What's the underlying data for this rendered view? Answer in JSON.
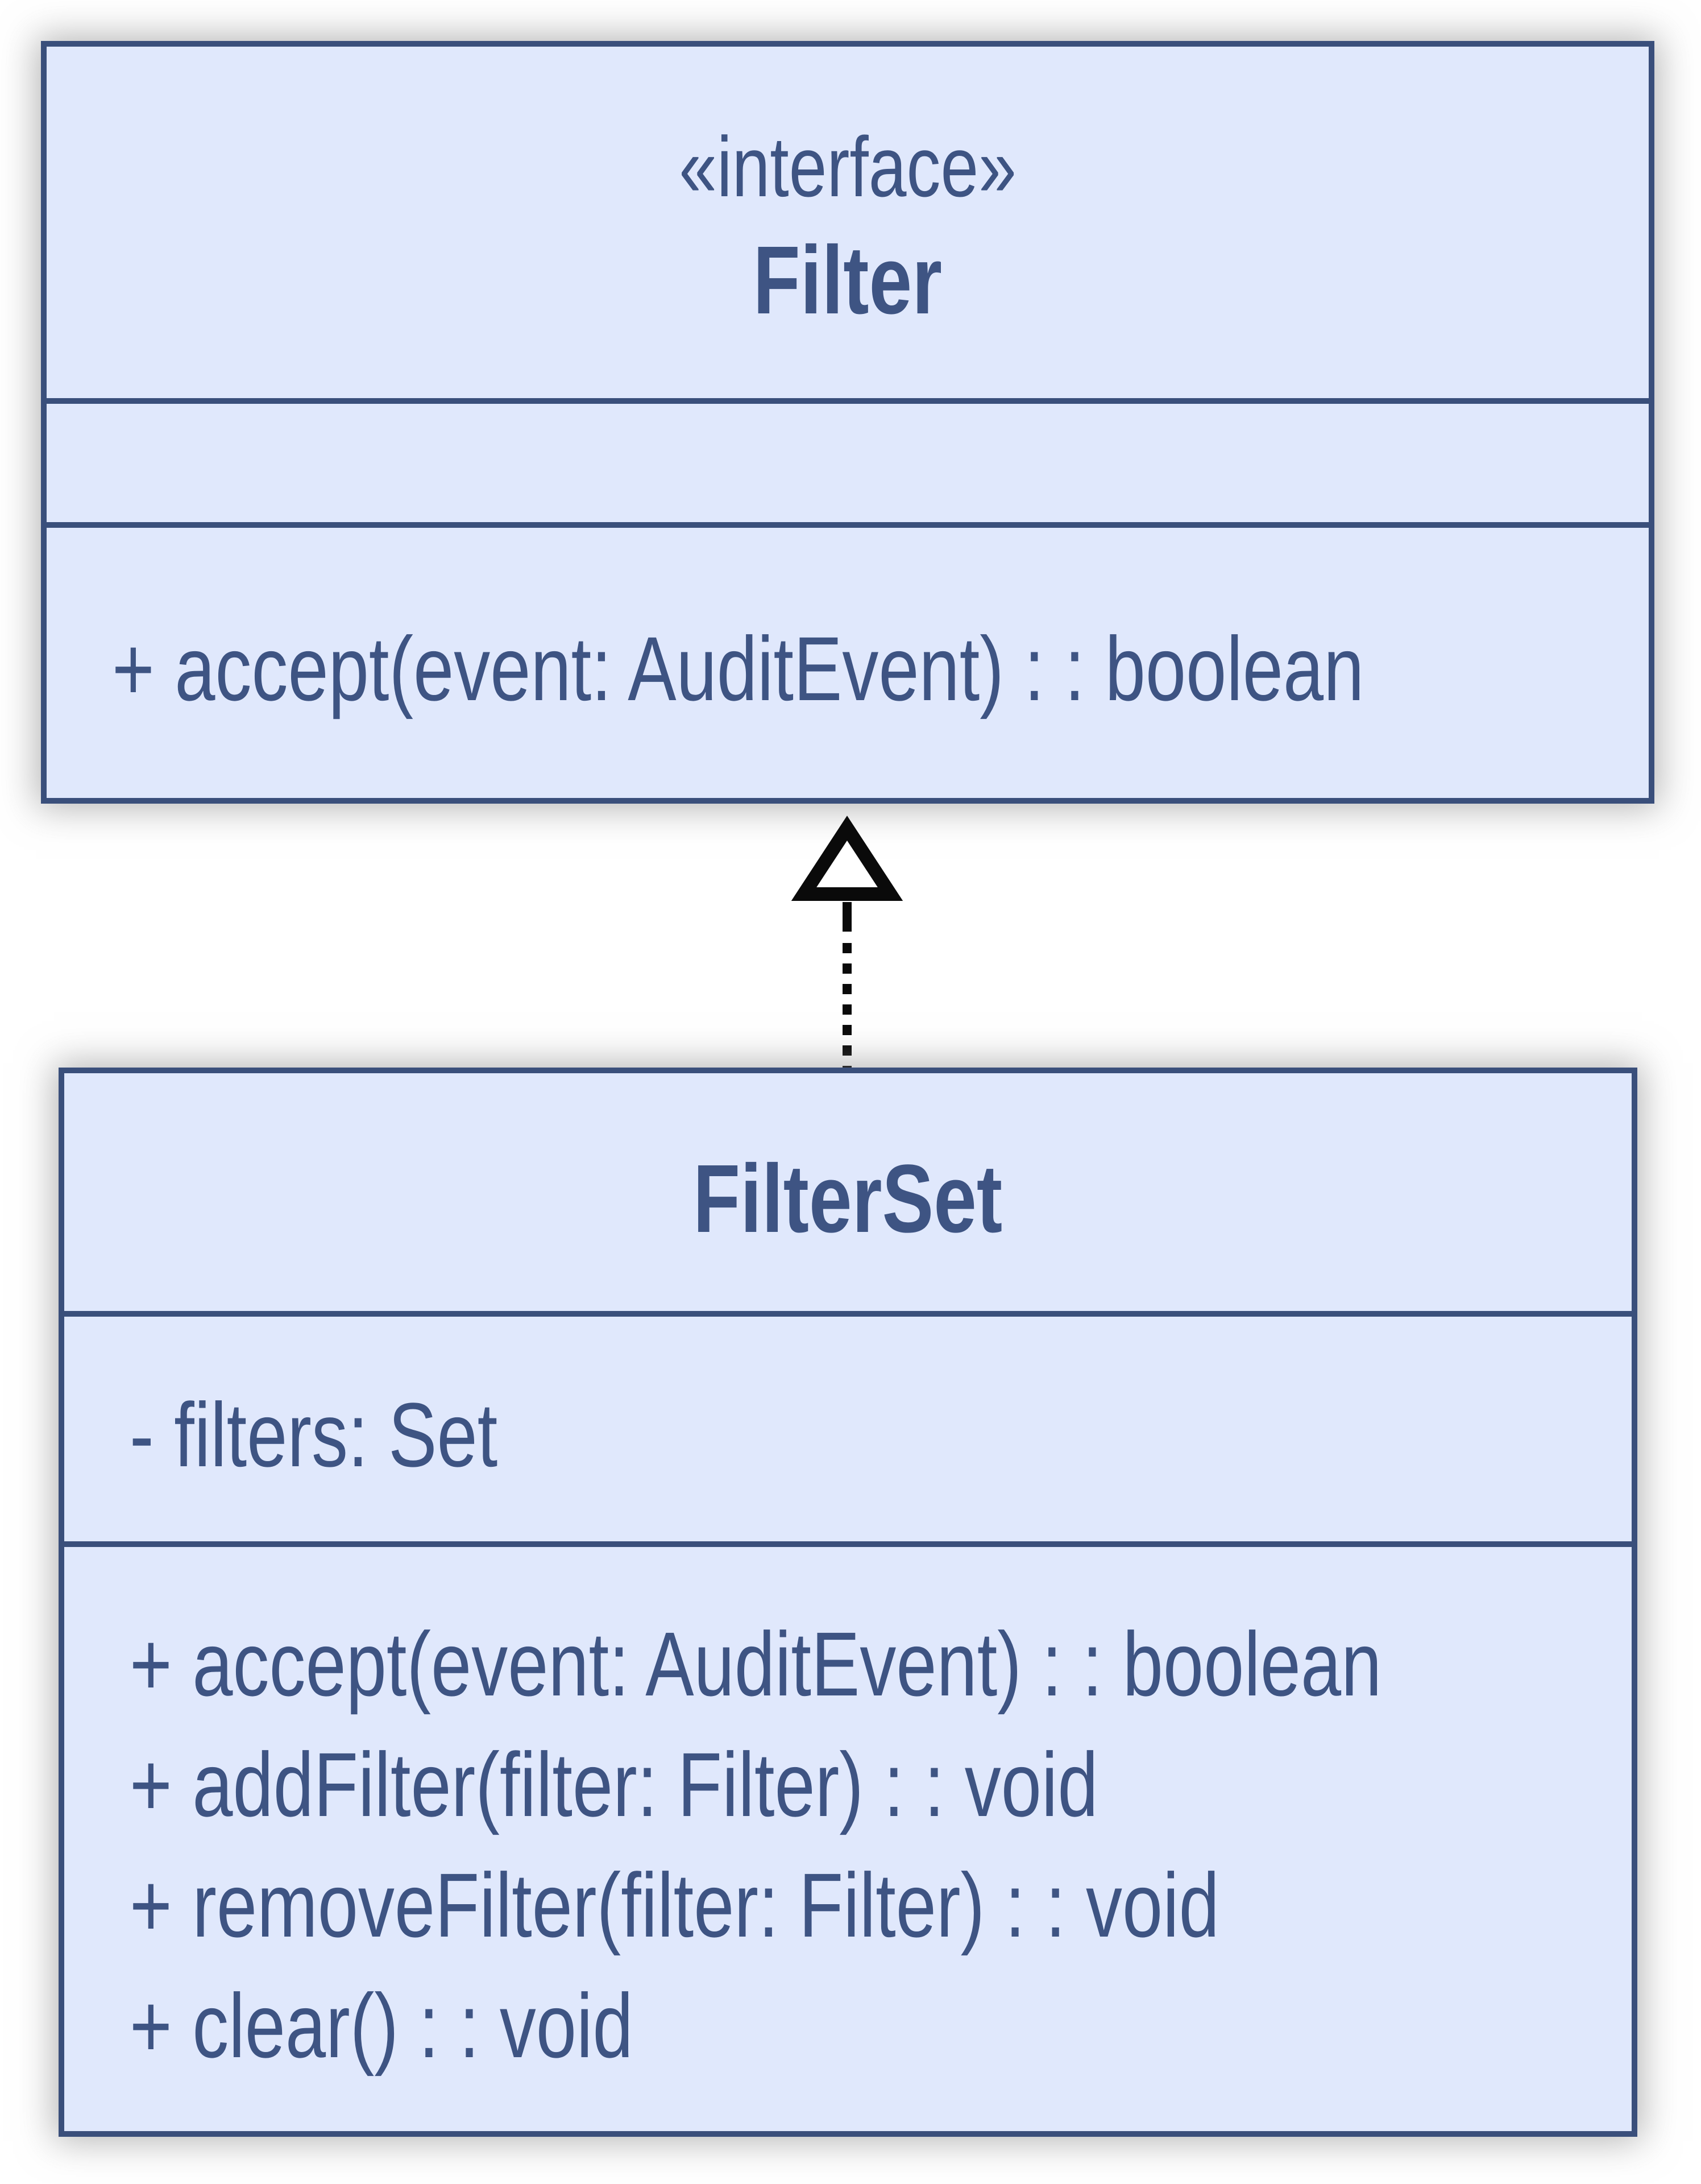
{
  "diagram": {
    "classes": [
      {
        "id": "filter",
        "stereotype": "«interface»",
        "name": "Filter",
        "attributes": [],
        "methods": [
          "+ accept(event: AuditEvent) : : boolean"
        ]
      },
      {
        "id": "filterset",
        "stereotype": "",
        "name": "FilterSet",
        "attributes": [
          "- filters: Set"
        ],
        "methods": [
          "+ accept(event: AuditEvent) : : boolean",
          "+ addFilter(filter: Filter) : : void",
          "+ removeFilter(filter: Filter) : : void",
          "+ clear() : : void"
        ]
      }
    ],
    "relationships": [
      {
        "type": "realization",
        "from": "FilterSet",
        "to": "Filter",
        "line_style": "dashed",
        "arrowhead": "hollow-triangle"
      }
    ]
  },
  "theme": {
    "fill": "#e0e8fc",
    "border": "#3a4f7b",
    "text": "#3e5483",
    "arrow": "#0a0a0a",
    "bg": "#ffffff"
  }
}
